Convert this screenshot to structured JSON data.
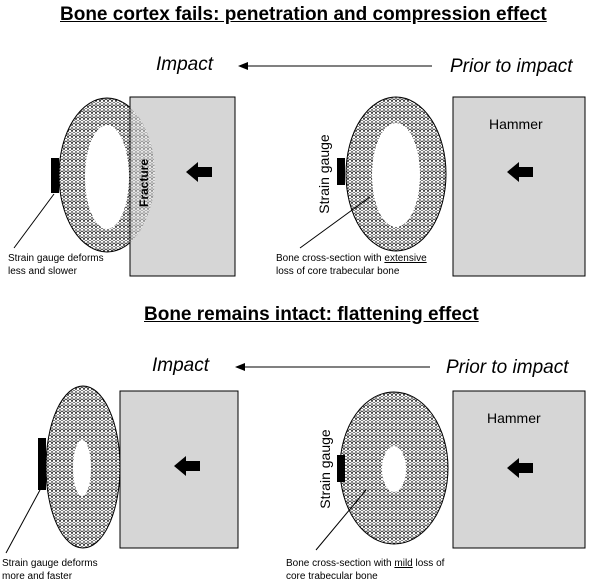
{
  "section_top": {
    "title": "Bone cortex fails: penetration and compression effect",
    "impact_label": "Impact",
    "prior_label": "Prior to impact",
    "hammer_label": "Hammer",
    "fracture_label": "Fracture",
    "strain_gauge_label": "Strain gauge",
    "left_caption_line1": "Strain gauge deforms",
    "left_caption_line2": "less and slower",
    "right_caption_prefix": "Bone cross-section with ",
    "right_caption_emph": "extensive",
    "right_caption_line2": "loss of core trabecular bone"
  },
  "section_bottom": {
    "title": "Bone remains intact: flattening effect",
    "impact_label": "Impact",
    "prior_label": "Prior to impact",
    "hammer_label": "Hammer",
    "strain_gauge_label": "Strain gauge",
    "left_caption_line1": "Strain gauge deforms",
    "left_caption_line2": "more and faster",
    "right_caption_prefix": "Bone cross-section with ",
    "right_caption_emph": "mild",
    "right_caption_suffix": " loss of",
    "right_caption_line2": "core trabecular bone"
  },
  "colors": {
    "hammer_fill": "#d6d6d6",
    "ink": "#000000"
  }
}
